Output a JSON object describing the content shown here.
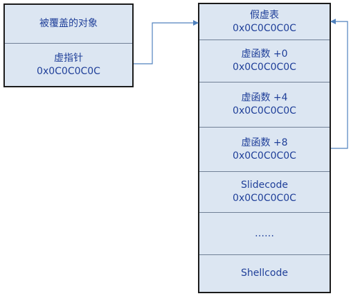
{
  "left_object": {
    "title": "被覆盖的对象",
    "pointer_label": "虚指针",
    "pointer_value": "0x0C0C0C0C"
  },
  "vtable": {
    "header_label": "假虚表",
    "header_value": "0x0C0C0C0C",
    "entries": [
      {
        "label": "虚函数 +0",
        "value": "0x0C0C0C0C"
      },
      {
        "label": "虚函数 +4",
        "value": "0x0C0C0C0C"
      },
      {
        "label": "虚函数 +8",
        "value": "0x0C0C0C0C"
      },
      {
        "label": "Slidecode",
        "value": "0x0C0C0C0C"
      },
      {
        "label": "……",
        "value": ""
      },
      {
        "label": "Shellcode",
        "value": ""
      }
    ]
  },
  "colors": {
    "fill": "#dce6f2",
    "border": "#1a1a1a",
    "text": "#1f3f99",
    "connector": "#4f81bd",
    "divider": "#6f7f95"
  }
}
